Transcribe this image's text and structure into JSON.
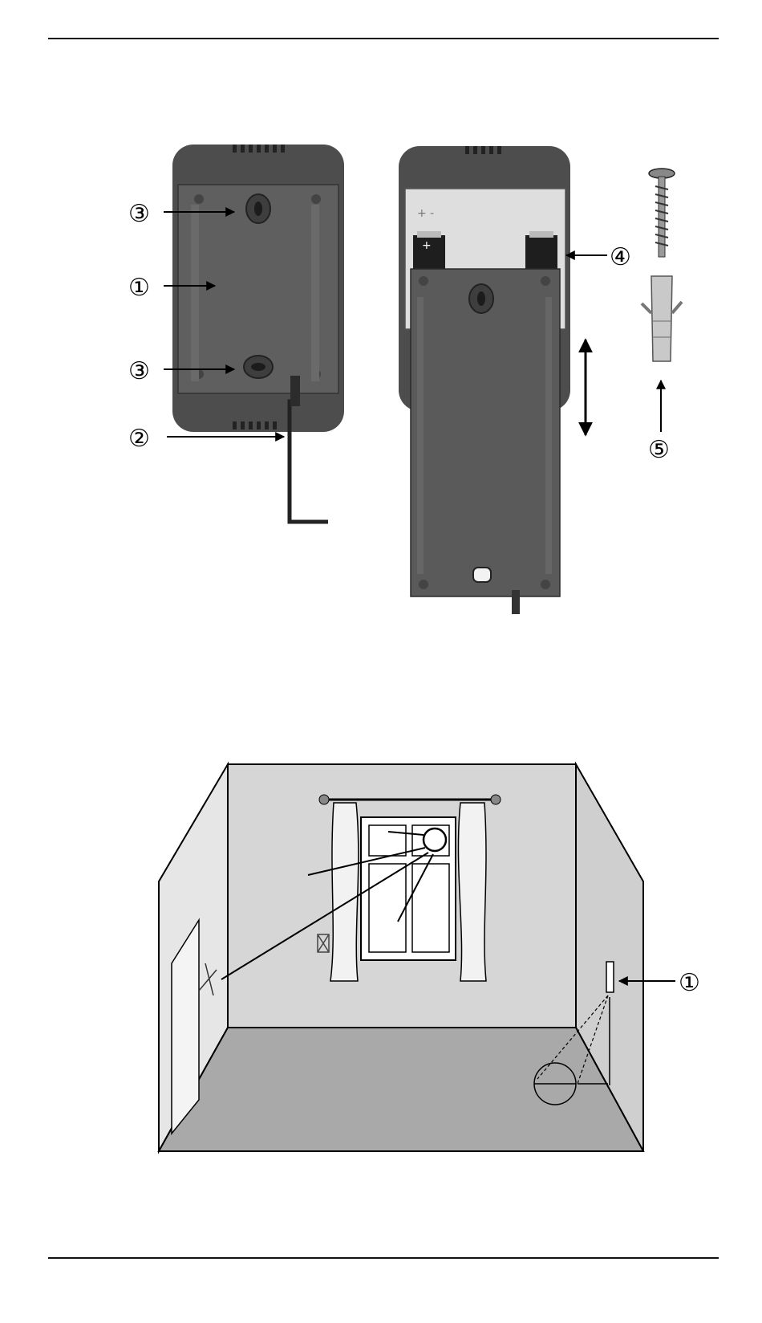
{
  "labels": {
    "plate": "①",
    "key": "②",
    "hole": "③",
    "batteries": "④",
    "fixings": "⑤",
    "room_sensor": "①"
  },
  "colors": {
    "housing": "#5a5a5a",
    "back_wall": "#d6d6d6",
    "side_wall_left": "#e6e6e6",
    "side_wall_right": "#cfcfcf",
    "floor": "#a9a9a9"
  }
}
